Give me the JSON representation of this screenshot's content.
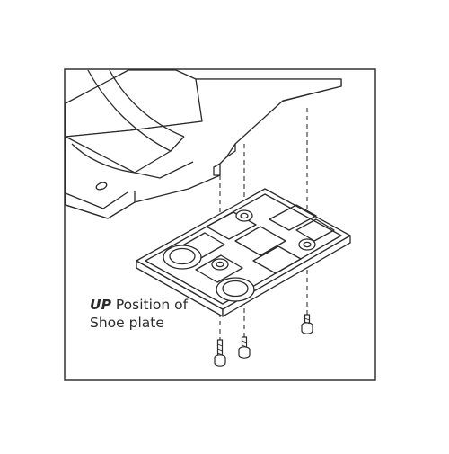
{
  "figure": {
    "caption": {
      "emphasis": "UP",
      "line1_rest": " Position of",
      "line2": "Shoe plate"
    },
    "parts": [
      "saw-base-housing",
      "shoe-plate",
      "screw",
      "screw",
      "screw"
    ],
    "colors": {
      "stroke": "#2b2b2b",
      "fill": "#ffffff",
      "dash": "#333333",
      "border": "#333333"
    }
  }
}
